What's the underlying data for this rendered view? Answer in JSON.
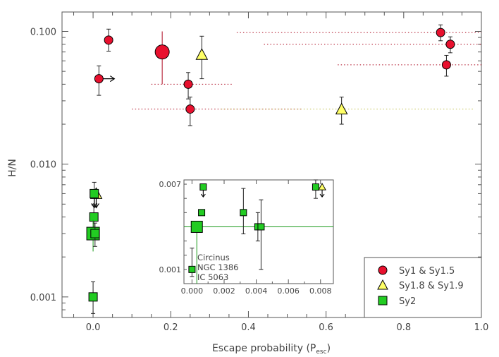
{
  "chart_data": {
    "type": "scatter",
    "xlabel": "Escape probability (P",
    "xlabel_sub": "esc",
    "xlabel_close": ")",
    "ylabel": "H/N",
    "xlim": [
      -0.08,
      1.0
    ],
    "ylim": [
      0.0007,
      0.14
    ],
    "yscale": "log",
    "x_ticks": [
      "0.0",
      "0.2",
      "0.4",
      "0.6",
      "0.8",
      "1.0"
    ],
    "y_ticks": [
      "0.001",
      "0.010",
      "0.100"
    ],
    "legend_position": "bottom-right",
    "colors": {
      "sy1": "#e8102e",
      "sy18": "#ffff66",
      "sy2": "#22cc22"
    },
    "series": [
      {
        "name": "Sy1 & Sy1.5",
        "marker": "circle",
        "color": "#e8102e",
        "points": [
          {
            "x": 0.04,
            "y": 0.086,
            "ylo": 0.071,
            "yhi": 0.104
          },
          {
            "x": 0.015,
            "y": 0.044,
            "ylo": 0.033,
            "yhi": 0.055,
            "arrow": "right"
          },
          {
            "x": 0.178,
            "y": 0.07,
            "ylo": 0.04,
            "yhi": 0.1,
            "big": true
          },
          {
            "x": 0.245,
            "y": 0.04,
            "ylo": 0.031,
            "yhi": 0.049,
            "xlo": 0.15,
            "xhi": 0.36
          },
          {
            "x": 0.25,
            "y": 0.026,
            "ylo": 0.0195,
            "yhi": 0.032,
            "xlo": 0.1,
            "xhi": 0.54
          },
          {
            "x": 0.895,
            "y": 0.098,
            "ylo": 0.085,
            "yhi": 0.112,
            "xlo": 0.37,
            "xhi": 1.0
          },
          {
            "x": 0.92,
            "y": 0.08,
            "ylo": 0.069,
            "yhi": 0.091,
            "xlo": 0.44,
            "xhi": 1.0
          },
          {
            "x": 0.91,
            "y": 0.056,
            "ylo": 0.046,
            "yhi": 0.066,
            "xlo": 0.63,
            "xhi": 1.0
          }
        ]
      },
      {
        "name": "Sy1.8 & Sy1.9",
        "marker": "triangle",
        "color": "#ffff66",
        "points": [
          {
            "x": 0.28,
            "y": 0.067,
            "ylo": 0.044,
            "yhi": 0.092
          },
          {
            "x": 0.64,
            "y": 0.026,
            "ylo": 0.02,
            "yhi": 0.032,
            "xlo": 0.33,
            "xhi": 0.98
          },
          {
            "x": 0.008,
            "y": 0.006,
            "arrow": "down"
          }
        ]
      },
      {
        "name": "Sy2",
        "marker": "square",
        "color": "#22cc22",
        "points": [
          {
            "x": 0.003,
            "y": 0.006,
            "ylo": 0.005,
            "yhi": 0.0073,
            "arrow": "down"
          },
          {
            "x": 0.002,
            "y": 0.004,
            "ylo": 0.0032,
            "yhi": 0.0049
          },
          {
            "x": 0.0,
            "y": 0.003,
            "ylo": 0.0022,
            "yhi": 0.0038,
            "big": true
          },
          {
            "x": 0.005,
            "y": 0.003,
            "ylo": 0.0024,
            "yhi": 0.0036
          },
          {
            "x": 0.0,
            "y": 0.001,
            "ylo": 0.00075,
            "yhi": 0.0013
          }
        ]
      }
    ],
    "inset": {
      "xlim": [
        -0.0005,
        0.0088
      ],
      "ylim": [
        0.0,
        0.0073
      ],
      "x_ticks": [
        "0.000",
        "0.002",
        "0.004",
        "0.006",
        "0.008"
      ],
      "y_tick_bottom": "0.001",
      "y_tick_top": "0.007",
      "annotation": [
        "Circinus",
        "NGC 1386",
        "IC 5063"
      ],
      "squares": [
        {
          "x": 0.0007,
          "y": 0.0068,
          "arrow": "down"
        },
        {
          "x": 0.0006,
          "y": 0.005
        },
        {
          "x": 0.0003,
          "y": 0.004,
          "big": true,
          "ylo": 0.0,
          "yhi": 0.004,
          "xlo": -0.0005,
          "xhi": 0.0088
        },
        {
          "x": 0.0032,
          "y": 0.005,
          "ylo": 0.0035,
          "yhi": 0.0067
        },
        {
          "x": 0.0041,
          "y": 0.004,
          "ylo": 0.003,
          "yhi": 0.005
        },
        {
          "x": 0.0043,
          "y": 0.004,
          "ylo": 0.001,
          "yhi": 0.0059
        },
        {
          "x": 0.0077,
          "y": 0.0068,
          "ylo": 0.006,
          "yhi": 0.0073
        },
        {
          "x": 0.0,
          "y": 0.001,
          "ylo": 0.0005,
          "yhi": 0.0025
        }
      ],
      "triangles": [
        {
          "x": 0.0081,
          "y": 0.0068,
          "arrow": "down"
        }
      ]
    }
  }
}
